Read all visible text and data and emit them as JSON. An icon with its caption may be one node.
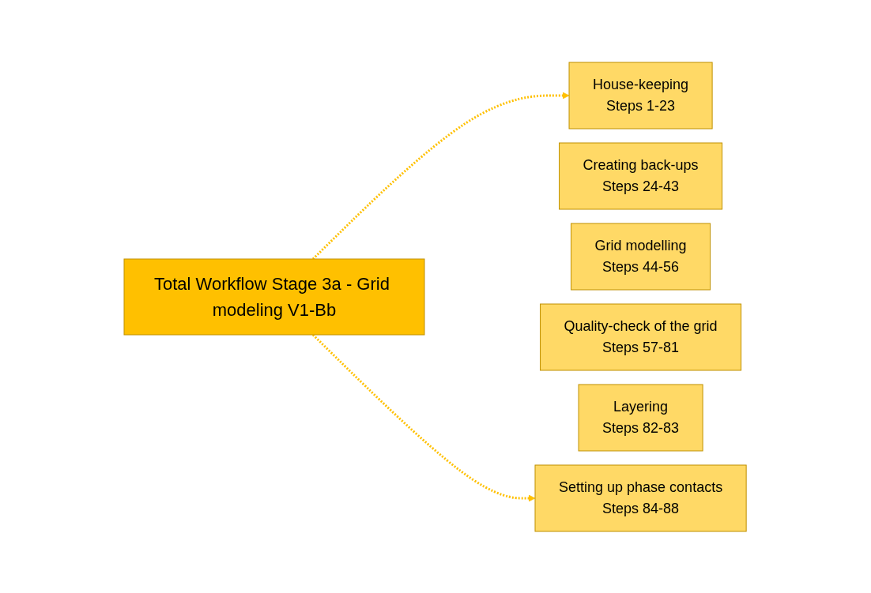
{
  "diagram": {
    "nodes": [
      {
        "text": [
          "Total Workflow Stage 3a - Grid modeling V1-Bb"
        ]
      },
      {
        "text": [
          "House-keeping",
          "Steps 1-23"
        ]
      },
      {
        "text": [
          "Creating back-ups",
          "Steps 24-43"
        ]
      },
      {
        "text": [
          "Grid modelling",
          "Steps 44-56"
        ]
      },
      {
        "text": [
          "Quality-check of the grid",
          "Steps 57-81"
        ]
      },
      {
        "text": [
          "Layering",
          "Steps 82-83"
        ]
      },
      {
        "text": [
          "Setting up phase contacts",
          "Steps 84-88"
        ]
      }
    ],
    "edges": [
      {
        "from": 0,
        "to": 1,
        "arrow": "to",
        "style": "dashed"
      },
      {
        "from": 0,
        "to": 6,
        "arrow": "to",
        "style": "dashed"
      }
    ]
  }
}
